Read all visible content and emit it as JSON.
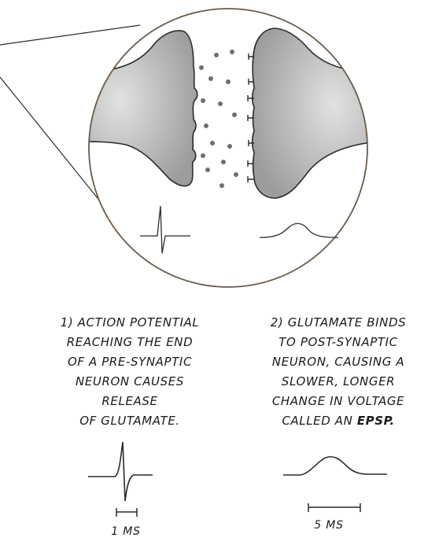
{
  "captions": {
    "left": {
      "number": "1)",
      "lines": [
        "ACTION POTENTIAL",
        "REACHING THE END",
        "OF A PRE-SYNAPTIC",
        "NEURON CAUSES",
        "RELEASE",
        "OF GLUTAMATE."
      ]
    },
    "right": {
      "number": "2)",
      "lines": [
        "GLUTAMATE BINDS",
        "TO POST-SYNAPTIC",
        "NEURON, CAUSING A",
        "SLOWER, LONGER",
        "CHANGE IN VOLTAGE"
      ],
      "last_prefix": "CALLED AN ",
      "last_emph": "EPSP."
    }
  },
  "scale_bars": {
    "left_label": "1 MS",
    "right_label": "5 MS"
  },
  "colors": {
    "terminal_fill": "#a9a9a9",
    "terminal_light": "#d6d6d6",
    "outline": "#2b2b2b",
    "circle_stroke": "#6b5a4a",
    "vesicle": "#6f6f6f"
  }
}
